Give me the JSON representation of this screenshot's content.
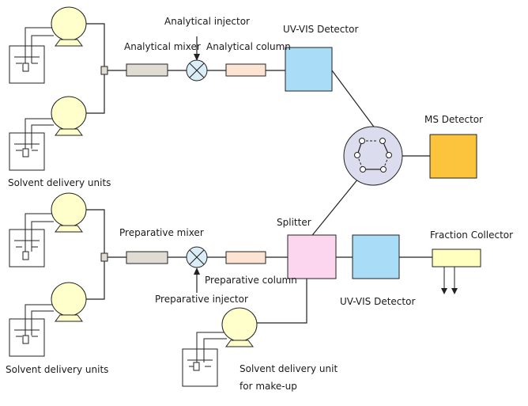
{
  "labels": {
    "analytical_injector": "Analytical injector",
    "analytical_mixer": "Analytical mixer",
    "analytical_column": "Analytical column",
    "uv_vis_detector_top": "UV-VIS Detector",
    "ms_detector": "MS Detector",
    "solvent_units_top": "Solvent delivery units",
    "splitter": "Splitter",
    "preparative_mixer": "Preparative mixer",
    "fraction_collector": "Fraction Collector",
    "preparative_column": "Preparative column",
    "preparative_injector": "Preparative injector",
    "uv_vis_detector_bottom": "UV-VIS Detector",
    "solvent_units_bottom": "Solvent delivery units",
    "makeup_unit_line1": "Solvent delivery unit",
    "makeup_unit_line2": "for make-up"
  },
  "colors": {
    "pump": "#ffffcc",
    "mixer": "#e0dcd4",
    "column": "#fde4d2",
    "injector": "#dbeef7",
    "uv_detector": "#a9dcf7",
    "ms_detector": "#fcc33c",
    "splitter": "#fcd6ef",
    "fraction_collector": "#ffffc0",
    "valve": "#dcdcef",
    "line": "#222222"
  }
}
